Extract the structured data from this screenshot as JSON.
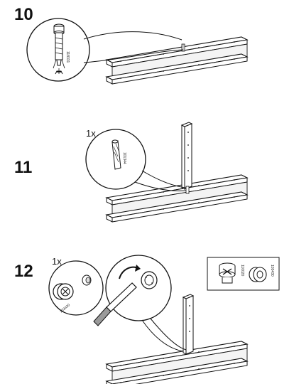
{
  "steps": [
    {
      "number": "10",
      "part_code": "118331"
    },
    {
      "number": "11",
      "quantity": "1x",
      "part_code": "101344"
    },
    {
      "number": "12",
      "quantity": "1x",
      "part_code": "103430",
      "inset_codes": [
        "110020",
        "103430"
      ]
    }
  ],
  "colors": {
    "ink": "#111111",
    "paper": "#ffffff",
    "shade": "#9a9a9a"
  }
}
